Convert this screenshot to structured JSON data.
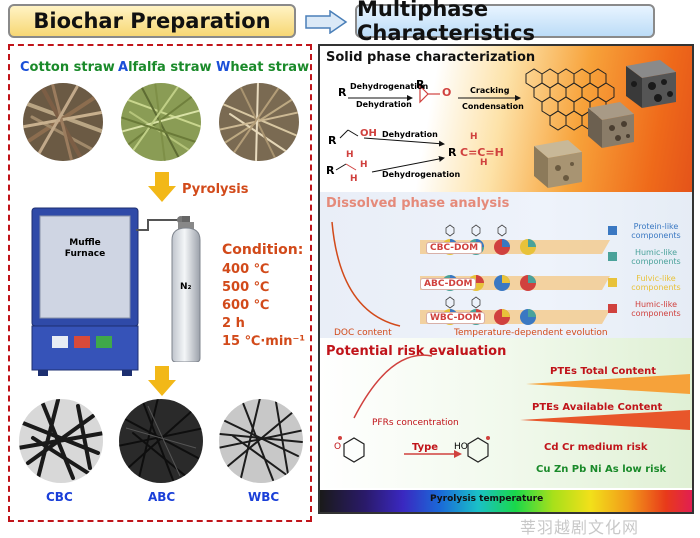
{
  "titles": {
    "left": "Biochar Preparation",
    "right": "Multiphase Characteristics"
  },
  "straws": [
    {
      "cap": "C",
      "rest": "otton straw"
    },
    {
      "cap": "A",
      "rest": "lfalfa straw"
    },
    {
      "cap": "W",
      "rest": "heat straw"
    }
  ],
  "pyrolysis_label": "Pyrolysis",
  "furnace_label_line1": "Muffle",
  "furnace_label_line2": "Furnace",
  "gas_label": "N₂",
  "condition": {
    "title": "Condition:",
    "lines": [
      "400 ℃",
      "500 ℃",
      "600 ℃",
      "2 h",
      "15 ℃·min⁻¹"
    ]
  },
  "chars": [
    "CBC",
    "ABC",
    "WBC"
  ],
  "solid": {
    "title": "Solid phase characterization",
    "dehydrogenation_top": "Dehydrogenation",
    "dehydration_top": "Dehydration",
    "cracking": "Cracking",
    "condensation": "Condensation",
    "dehydration_mid": "Dehydration",
    "dehydrogenation_bottom": "Dehydrogenation",
    "r1": "R",
    "r2": "R",
    "r3": "R",
    "r4": "R",
    "r5": "R",
    "oh": "OH",
    "o": "O",
    "h1": "H",
    "h2": "H",
    "h3": "H",
    "h4": "H",
    "h5": "H",
    "c_chain": "C=C=H"
  },
  "dissolved": {
    "title": "Dissolved phase analysis",
    "dom": [
      "CBC-DOM",
      "ABC-DOM",
      "WBC-DOM"
    ],
    "doc": "DOC content",
    "temp_evolution": "Temperature-dependent evolution",
    "legend": [
      {
        "line1": "Protein-like",
        "line2": "components",
        "color": "#3a78c2"
      },
      {
        "line1": "Humic-like",
        "line2": "components",
        "color": "#4aa29a"
      },
      {
        "line1": "Fulvic-like",
        "line2": "components",
        "color": "#e8c23a"
      },
      {
        "line1": "Humic-like",
        "line2": "components",
        "color": "#d0413e"
      }
    ]
  },
  "risk": {
    "title": "Potential risk evaluation",
    "pfrs": "PFRs concentration",
    "type": "Type",
    "oh": "HO",
    "ptes_total": "PTEs Total Content",
    "ptes_avail": "PTEs Available Content",
    "medium": "Cd Cr medium risk",
    "low": "Cu Zn Pb Ni As low risk"
  },
  "pyro_temp": "Pyrolysis temperature",
  "watermark": "莘羽越剧文化网",
  "colors": {
    "accent_red": "#c0141a",
    "condition_orange": "#d24a1a",
    "blue_label": "#1a3fd8",
    "risk_red": "#d0413e",
    "risk_green": "#1a8a2a"
  }
}
